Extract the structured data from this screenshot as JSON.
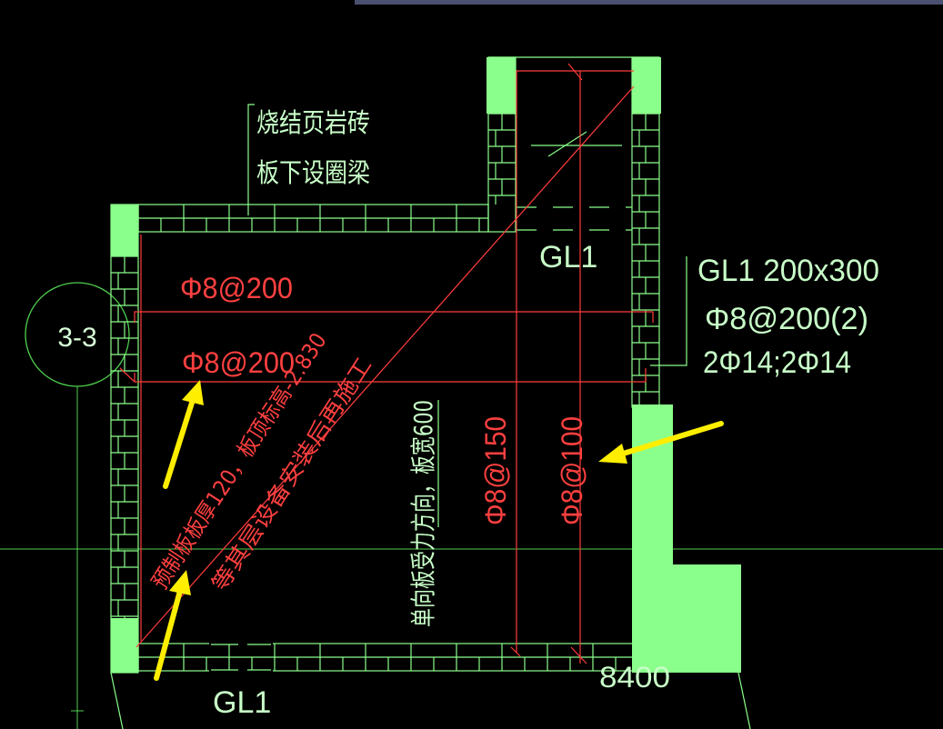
{
  "section_mark": "3-3",
  "notes": {
    "brick_line1": "烧结页岩砖",
    "brick_line2": "板下设圈梁",
    "slab_line1": "预制板板厚120，板顶标高-2.830",
    "slab_line2": "等其层设备安装后再施工",
    "slab_direction": "单向板受力方向，板宽600"
  },
  "beams": {
    "gl1_top": "GL1",
    "gl1_bottom": "GL1",
    "spec_name": "GL1 200x300",
    "spec_stirrup": "Φ8@200(2)",
    "spec_bars": "2Φ14;2Φ14"
  },
  "rebar": {
    "top1": "Φ8@200",
    "top2": "Φ8@200",
    "vert1": "Φ8@150",
    "vert2": "Φ8@100"
  },
  "dimension": "8400",
  "colors": {
    "background": "#000000",
    "lines": "#8bff8b",
    "rebar": "#ff3c3c",
    "arrows": "#ffee00",
    "topbar": "#4a5070"
  }
}
